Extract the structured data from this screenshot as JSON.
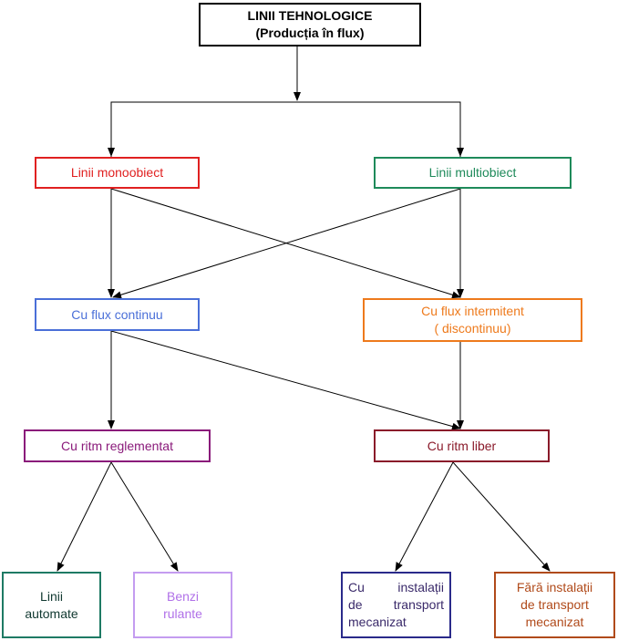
{
  "diagram": {
    "root": {
      "line1": "LINII TEHNOLOGICE",
      "line2": "(Producția în flux)"
    },
    "level1": {
      "mono": "Linii monoobiect",
      "multi": "Linii multiobiect"
    },
    "level2": {
      "continuous": "Cu flux continuu",
      "intermittent_line1": "Cu flux intermitent",
      "intermittent_line2": "( discontinuu)"
    },
    "level3": {
      "regulated": "Cu ritm reglementat",
      "free": "Cu ritm liber"
    },
    "level4": {
      "automatic_line1": "Linii",
      "automatic_line2": "automate",
      "conveyors_line1": "Benzi",
      "conveyors_line2": "rulante",
      "with_transport_line1": "Cu instalații",
      "with_transport_line2": "de transport",
      "with_transport_line3": "mecanizat",
      "without_transport_line1": "Fără instalații",
      "without_transport_line2": "de transport",
      "without_transport_line3": "mecanizat"
    },
    "colors": {
      "root": "#000000",
      "mono": "#e02020",
      "multi": "#1e8a5a",
      "continuous": "#4a6fd8",
      "intermittent": "#ee7a1c",
      "regulated": "#8a1a7a",
      "free": "#8a1a2a",
      "automatic": "#1e7a64",
      "conveyors": "#c49cf0",
      "with_transport": "#2a2a8a",
      "without_transport": "#b04a1a",
      "arrows": "#000000"
    }
  }
}
